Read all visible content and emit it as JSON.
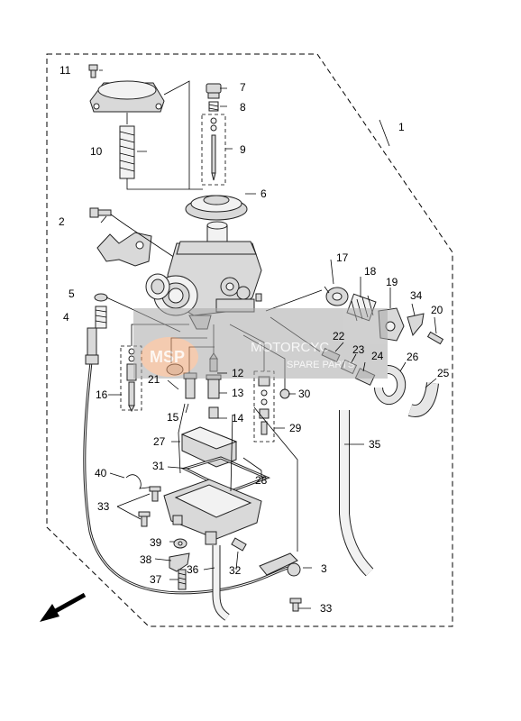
{
  "watermark": {
    "line1": "MOTORCYC",
    "line2": "SPARE PARTS",
    "logo_text": "MSP"
  },
  "labels": {
    "l1": "1",
    "l2": "2",
    "l3": "3",
    "l4": "4",
    "l5": "5",
    "l6": "6",
    "l7": "7",
    "l8": "8",
    "l9": "9",
    "l10": "10",
    "l11": "11",
    "l12": "12",
    "l13": "13",
    "l14": "14",
    "l15": "15",
    "l16": "16",
    "l17": "17",
    "l18": "18",
    "l19": "19",
    "l20": "20",
    "l21": "21",
    "l22": "22",
    "l23": "23",
    "l24": "24",
    "l25": "25",
    "l26": "26",
    "l27": "27",
    "l28": "28",
    "l29": "29",
    "l30": "30",
    "l31": "31",
    "l32": "32",
    "l33a": "33",
    "l33b": "33",
    "l34": "34",
    "l35": "35",
    "l36": "36",
    "l37": "37",
    "l38": "38",
    "l39": "39",
    "l40": "40"
  },
  "icons": {
    "front_arrow": "direction-arrow-icon"
  }
}
